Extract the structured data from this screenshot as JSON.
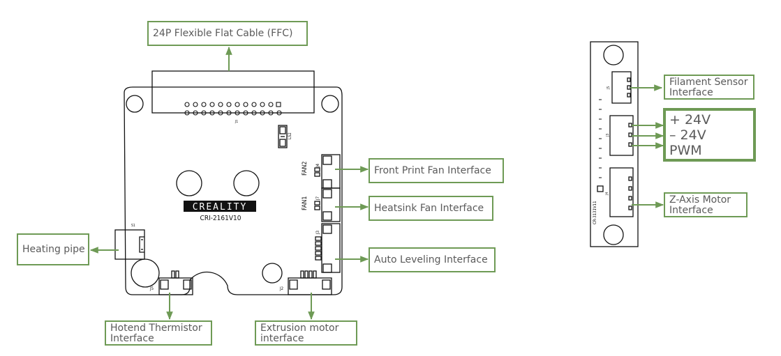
{
  "main_board": {
    "brand_logo": "CREALITY",
    "model": "CRI-2161V10",
    "silk": {
      "j1": "J1",
      "j2": "J2",
      "j3": "J3",
      "j4": "J4",
      "j5": "J5",
      "j7": "J7",
      "fan2": "FAN2",
      "fan1": "FAN1",
      "ls2": "LS2",
      "s1": "S1"
    }
  },
  "side_board": {
    "model": "CR-3131V11",
    "silk": {
      "j5": "J5",
      "j3": "J3",
      "j4": "J4"
    }
  },
  "labels": {
    "ffc": "24P Flexible Flat Cable (FFC)",
    "front_fan": "Front Print Fan Interface",
    "heatsink_fan": "Heatsink Fan Interface",
    "auto_level": "Auto Leveling Interface",
    "heating_pipe": "Heating pipe",
    "thermistor_l1": "Hotend Thermistor",
    "thermistor_l2": "Interface",
    "extrusion_l1": "Extrusion motor",
    "extrusion_l2": "interface",
    "filament_l1": "Filament Sensor",
    "filament_l2": "Interface",
    "power_l1": "+ 24V",
    "power_l2": "– 24V",
    "power_l3": "PWM",
    "zaxis_l1": "Z-Axis Motor",
    "zaxis_l2": "Interface"
  },
  "colors": {
    "accent": "#6e9a55",
    "line": "#111111",
    "text": "#5a5a5a"
  }
}
